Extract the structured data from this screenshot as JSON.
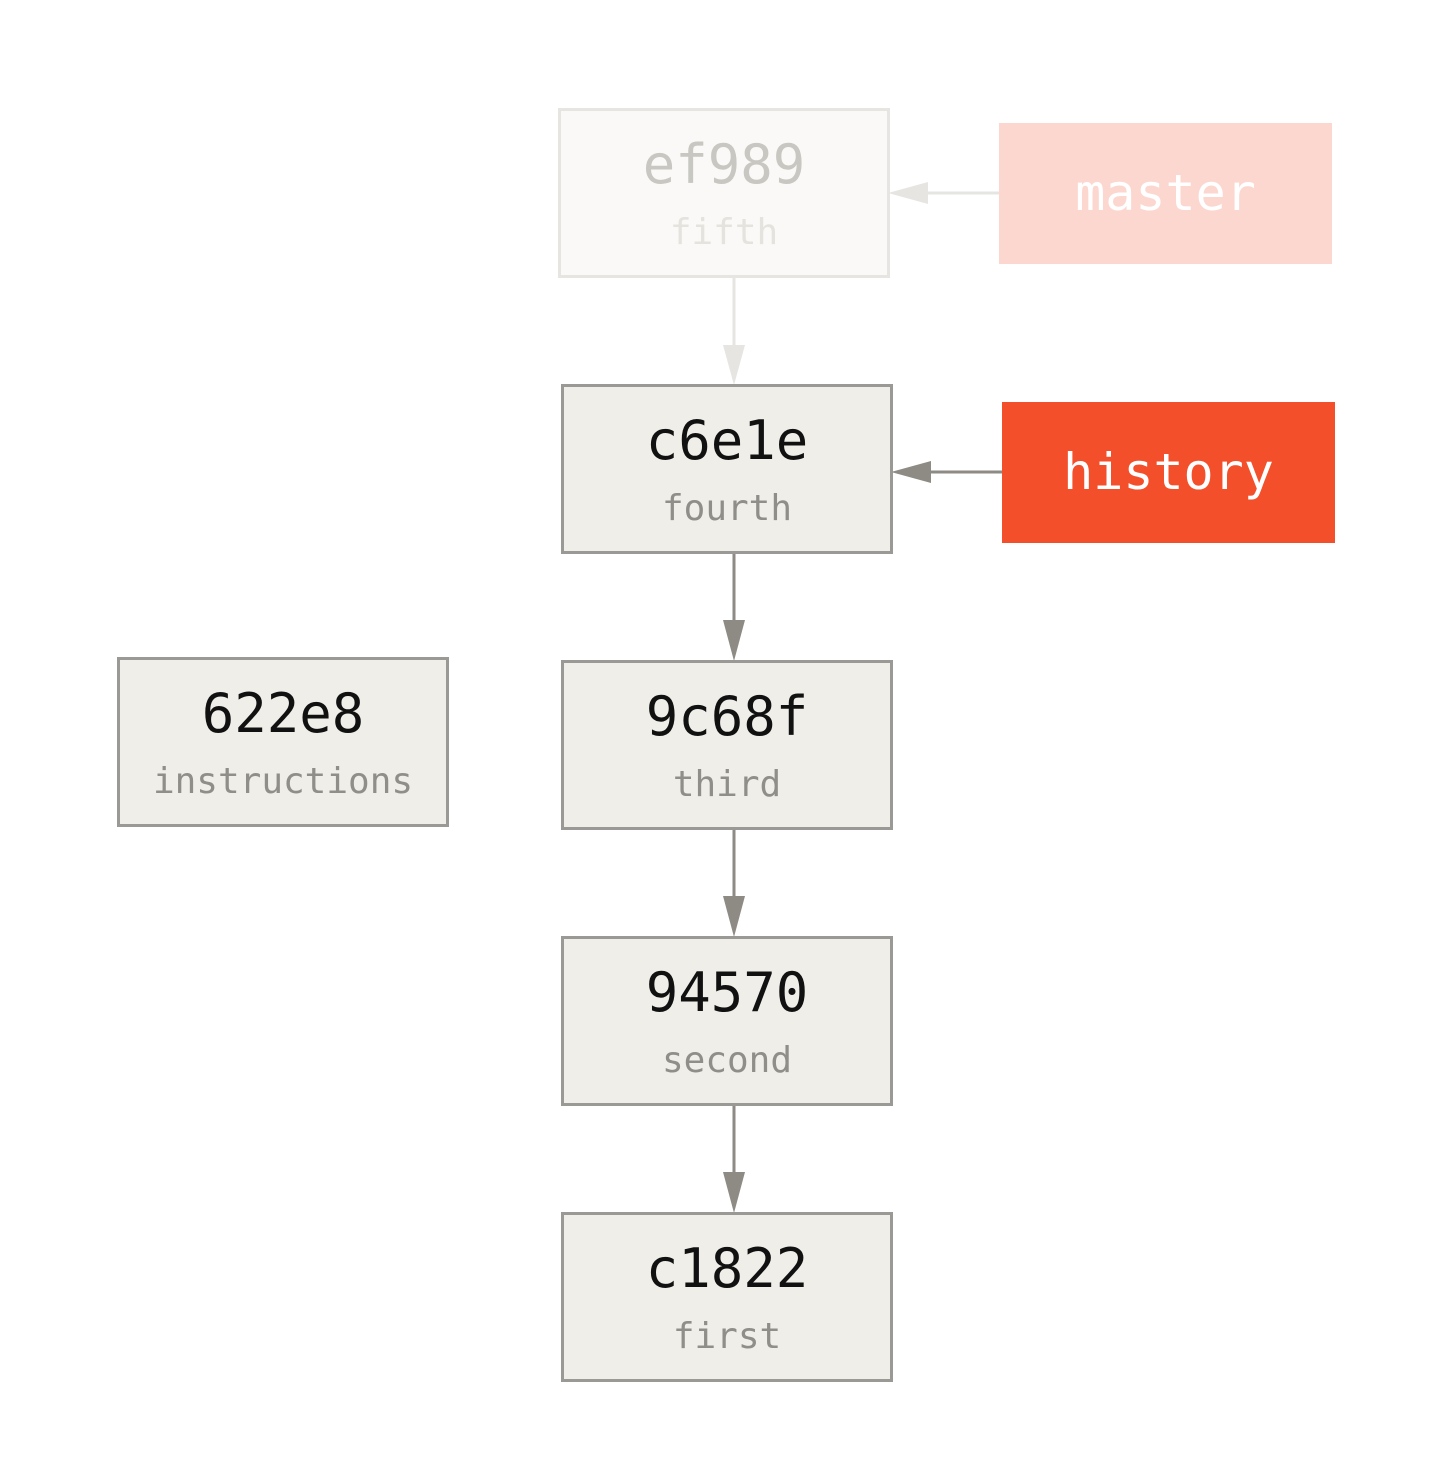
{
  "commits": [
    {
      "id": "ef989",
      "hash": "ef989",
      "message": "fifth",
      "faded": true
    },
    {
      "id": "c6e1e",
      "hash": "c6e1e",
      "message": "fourth",
      "faded": false
    },
    {
      "id": "9c68f",
      "hash": "9c68f",
      "message": "third",
      "faded": false
    },
    {
      "id": "94570",
      "hash": "94570",
      "message": "second",
      "faded": false
    },
    {
      "id": "c1822",
      "hash": "c1822",
      "message": "first",
      "faded": false
    },
    {
      "id": "622e8",
      "hash": "622e8",
      "message": "instructions",
      "faded": false
    }
  ],
  "branches": [
    {
      "name": "master",
      "target": "ef989",
      "faded": true,
      "color": "#fcd7d0"
    },
    {
      "name": "history",
      "target": "c6e1e",
      "faded": false,
      "color": "#f34f2b"
    }
  ],
  "parent_links": [
    {
      "from": "ef989",
      "to": "c6e1e",
      "faded": true
    },
    {
      "from": "c6e1e",
      "to": "9c68f",
      "faded": false
    },
    {
      "from": "9c68f",
      "to": "94570",
      "faded": false
    },
    {
      "from": "94570",
      "to": "c1822",
      "faded": false
    }
  ],
  "colors": {
    "box_border": "#9a9995",
    "box_fill": "#efeee8",
    "arrow": "#8e8a84",
    "arrow_faded": "#e6e5e2",
    "branch_active": "#f34f2b",
    "branch_faded": "#fcd7d0"
  }
}
